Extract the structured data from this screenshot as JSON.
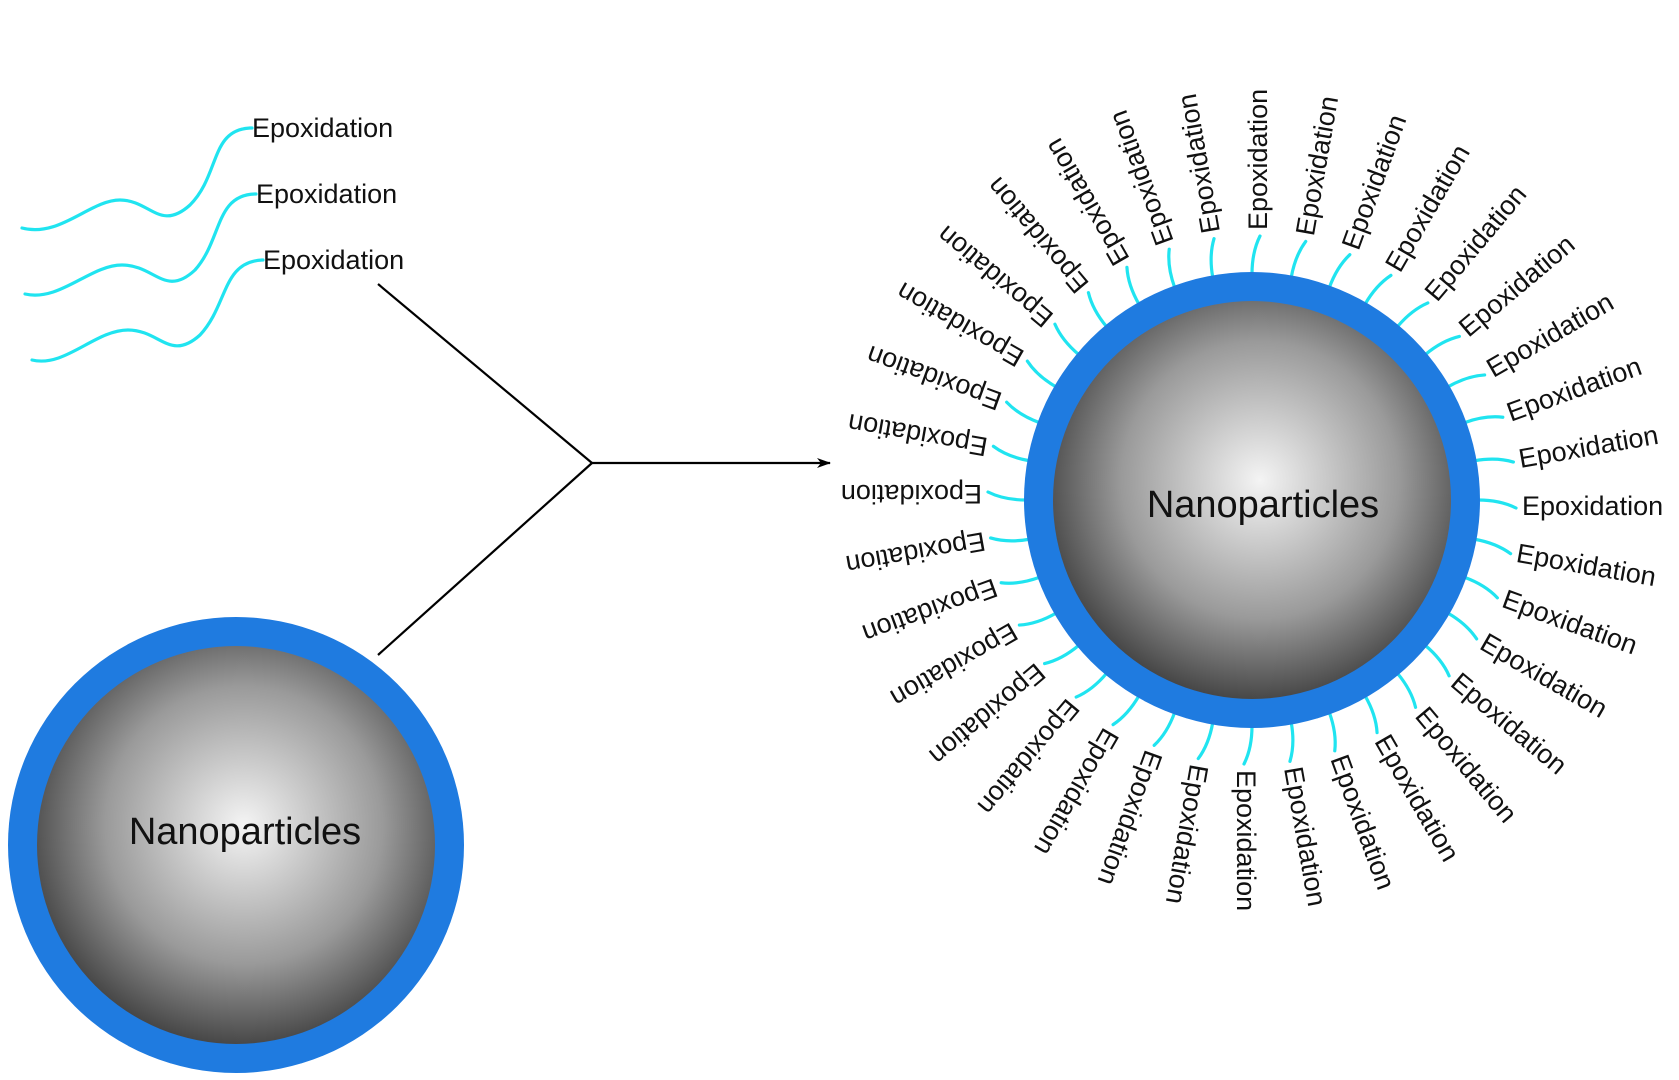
{
  "colors": {
    "background": "#ffffff",
    "shell": "#1f7be0",
    "chain": "#20e4f0",
    "core_center": "#f4f4f4",
    "core_edge": "#3c3c3c",
    "arrow": "#000000"
  },
  "reactant_chains": {
    "labels": [
      "Epoxidation",
      "Epoxidation",
      "Epoxidation"
    ]
  },
  "reactant_particle": {
    "label": "Nanoparticles"
  },
  "product_particle": {
    "label": "Nanoparticles",
    "chain_count": 36,
    "chain_label": "Epoxidation"
  }
}
